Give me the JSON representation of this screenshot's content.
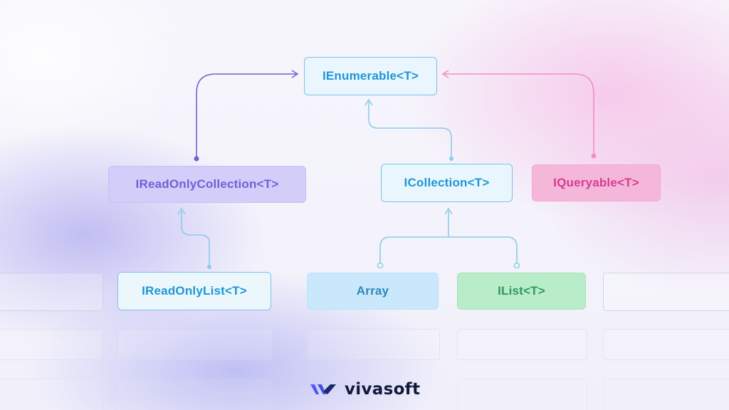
{
  "nodes": {
    "ienumerable": "IEnumerable<T>",
    "ireadonlycollection": "IReadOnlyCollection<T>",
    "icollection": "ICollection<T>",
    "iqueryable": "IQueryable<T>",
    "ireadonlylist": "IReadOnlyList<T>",
    "array": "Array",
    "ilist": "IList<T>"
  },
  "edges": [
    {
      "from": "ireadonlycollection",
      "to": "ienumerable"
    },
    {
      "from": "icollection",
      "to": "ienumerable"
    },
    {
      "from": "iqueryable",
      "to": "ienumerable"
    },
    {
      "from": "ireadonlylist",
      "to": "ireadonlycollection"
    },
    {
      "from": "array",
      "to": "icollection"
    },
    {
      "from": "ilist",
      "to": "icollection"
    }
  ],
  "colors": {
    "blue_text": "#1d96d6",
    "blue_border": "#7cc3e8",
    "purple": "#7060d8",
    "pink": "#d43c8f",
    "green": "#2f9a5c",
    "line_blue": "#8ccbea",
    "line_purple": "#6e63d3",
    "line_pink": "#ef8fc6"
  },
  "brand": {
    "name": "vivasoft",
    "logo_icon": "vivasoft-logo-icon"
  }
}
